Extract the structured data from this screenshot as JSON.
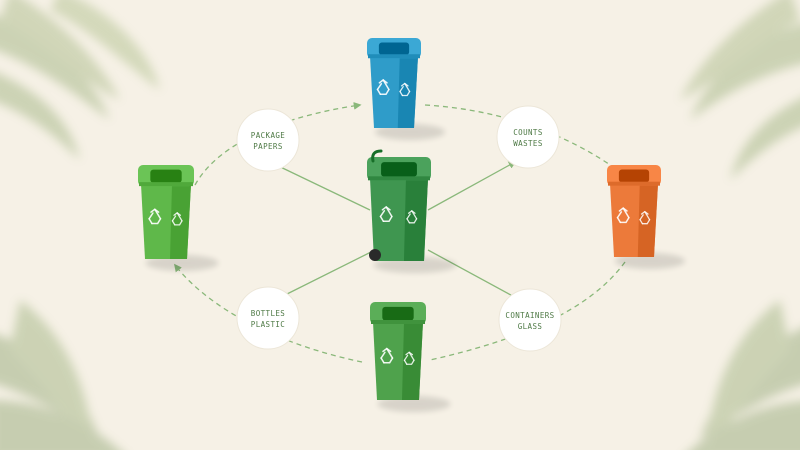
{
  "nodes": [
    {
      "id": "top",
      "color": "#2f9cc9",
      "icon": "recycle-icon"
    },
    {
      "id": "left",
      "color": "#5fb84a",
      "icon": "recycle-icon"
    },
    {
      "id": "center",
      "color": "#3f9650",
      "icon": "recycle-icon"
    },
    {
      "id": "right",
      "color": "#ec7a3a",
      "icon": "recycle-icon"
    },
    {
      "id": "bottom",
      "color": "#4fa24c",
      "icon": "recycle-icon"
    }
  ],
  "labels": [
    {
      "id": "top-left",
      "lines": [
        "PACKAGE",
        "PAPERS"
      ]
    },
    {
      "id": "top-right",
      "lines": [
        "COUNTS",
        "WASTES"
      ]
    },
    {
      "id": "bottom-left",
      "lines": [
        "BOTTLES",
        "PLASTIC"
      ]
    },
    {
      "id": "bottom-right",
      "lines": [
        "CONTAINERS",
        "GLASS"
      ]
    }
  ],
  "colors": {
    "background": "#f6f1e6",
    "connector": "#8ab87a",
    "label_text": "#4f7a46",
    "foliage": "#7f9b5a"
  }
}
